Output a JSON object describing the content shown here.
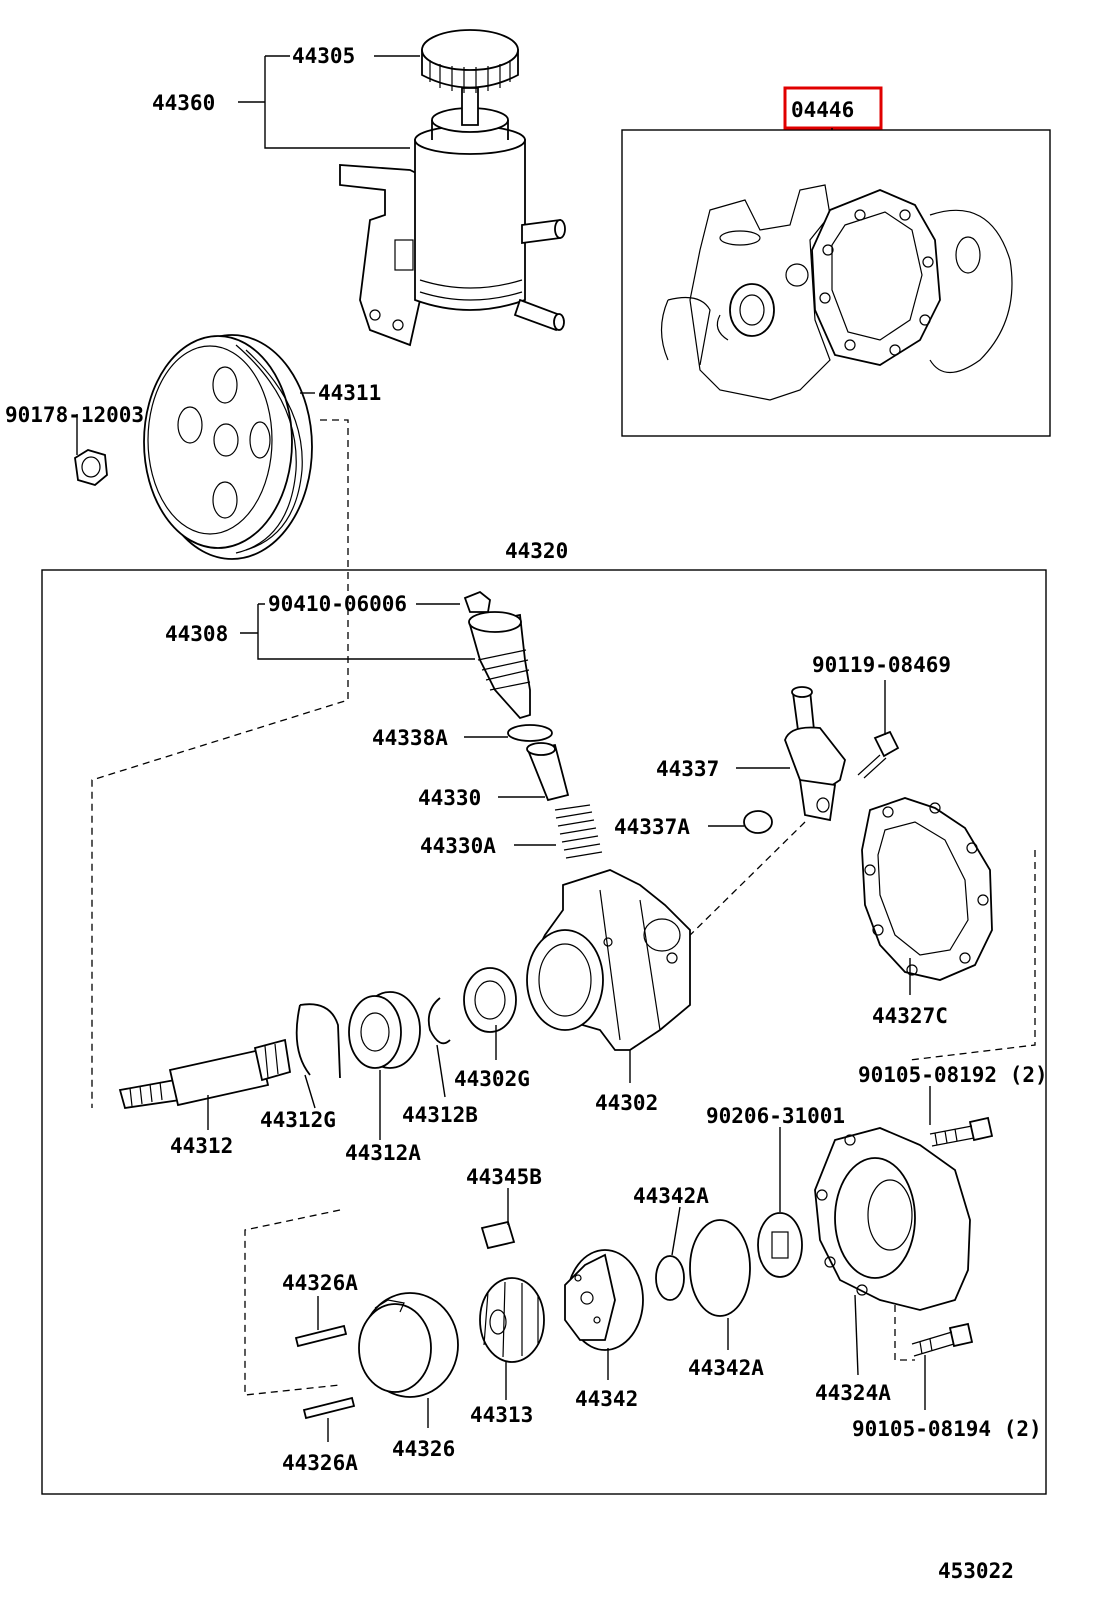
{
  "diagram_id": "453022",
  "highlight_color": "#e00000",
  "labels": {
    "p44305": "44305",
    "p44360": "44360",
    "p04446": "04446",
    "p44311": "44311",
    "p90178": "90178-12003",
    "p44320": "44320",
    "p90410": "90410-06006",
    "p44308": "44308",
    "p90119": "90119-08469",
    "p44338A": "44338A",
    "p44337": "44337",
    "p44330": "44330",
    "p44337A": "44337A",
    "p44330A": "44330A",
    "p44327C": "44327C",
    "p44302G": "44302G",
    "p44312G": "44312G",
    "p44312B": "44312B",
    "p44302": "44302",
    "p90105a": "90105-08192 (2)",
    "p44312": "44312",
    "p44312A": "44312A",
    "p90206": "90206-31001",
    "p44345B": "44345B",
    "p44342Aa": "44342A",
    "p44326Aa": "44326A",
    "p44342": "44342",
    "p44342Ab": "44342A",
    "p44324A": "44324A",
    "p44313": "44313",
    "p44326": "44326",
    "p90105b": "90105-08194 (2)",
    "p44326Ab": "44326A"
  }
}
